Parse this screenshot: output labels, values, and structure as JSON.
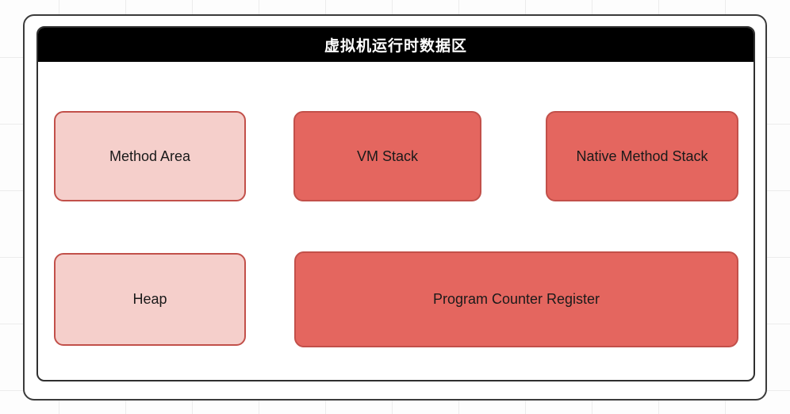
{
  "diagram": {
    "title": "虚拟机运行时数据区",
    "colors": {
      "title_bar_bg": "#000000",
      "title_text": "#ffffff",
      "light_node_bg": "#f5cfcb",
      "dark_node_bg": "#e4665f",
      "node_border": "#c2504a",
      "frame_border": "#3b3b3b",
      "canvas_bg": "#fdfdfd",
      "grid_line": "#ececec"
    },
    "nodes": [
      {
        "id": "method-area",
        "label": "Method Area",
        "style": "light"
      },
      {
        "id": "vm-stack",
        "label": "VM Stack",
        "style": "dark"
      },
      {
        "id": "native-method-stack",
        "label": "Native Method Stack",
        "style": "dark"
      },
      {
        "id": "heap",
        "label": "Heap",
        "style": "light"
      },
      {
        "id": "program-counter-register",
        "label": "Program Counter Register",
        "style": "dark"
      }
    ]
  }
}
